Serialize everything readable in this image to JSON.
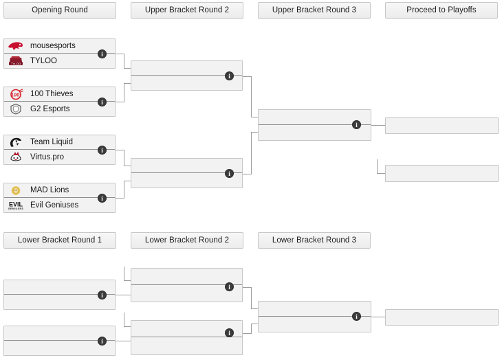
{
  "bracket": {
    "headers": [
      {
        "id": "opening-round",
        "label": "Opening Round"
      },
      {
        "id": "upper-bracket-round-2",
        "label": "Upper Bracket Round 2"
      },
      {
        "id": "upper-bracket-round-3",
        "label": "Upper Bracket Round 3"
      },
      {
        "id": "proceed-to-playoffs",
        "label": "Proceed to Playoffs"
      },
      {
        "id": "lower-bracket-round-1",
        "label": "Lower Bracket Round 1"
      },
      {
        "id": "lower-bracket-round-2",
        "label": "Lower Bracket Round 2"
      },
      {
        "id": "lower-bracket-round-3",
        "label": "Lower Bracket Round 3"
      }
    ],
    "info_icon": "info-icon",
    "info_glyph": "i",
    "colors": {
      "box_fill": "#f2f2f2",
      "box_border": "#c6c6c6",
      "header_fill": "#ececec",
      "line": "#9d9d9d",
      "badge": "#3c3c3c",
      "text": "#161616"
    },
    "opening_round": [
      {
        "id": "ub-r1-match-1",
        "teams": [
          {
            "name": "mousesports",
            "logo": "mousesports-logo",
            "score": ""
          },
          {
            "name": "TYLOO",
            "logo": "tyloo-logo",
            "score": ""
          }
        ]
      },
      {
        "id": "ub-r1-match-2",
        "teams": [
          {
            "name": "100 Thieves",
            "logo": "100-thieves-logo",
            "score": ""
          },
          {
            "name": "G2 Esports",
            "logo": "g2-esports-logo",
            "score": ""
          }
        ]
      },
      {
        "id": "ub-r1-match-3",
        "teams": [
          {
            "name": "Team Liquid",
            "logo": "team-liquid-logo",
            "score": ""
          },
          {
            "name": "Virtus.pro",
            "logo": "virtus-pro-logo",
            "score": ""
          }
        ]
      },
      {
        "id": "ub-r1-match-4",
        "teams": [
          {
            "name": "MAD Lions",
            "logo": "mad-lions-logo",
            "score": ""
          },
          {
            "name": "Evil Geniuses",
            "logo": "evil-geniuses-logo",
            "score": ""
          }
        ]
      }
    ],
    "upper_bracket_round_2": [
      {
        "id": "ub-r2-match-1",
        "teams": [
          {
            "name": "",
            "score": ""
          },
          {
            "name": "",
            "score": ""
          }
        ]
      },
      {
        "id": "ub-r2-match-2",
        "teams": [
          {
            "name": "",
            "score": ""
          },
          {
            "name": "",
            "score": ""
          }
        ]
      }
    ],
    "upper_bracket_round_3": [
      {
        "id": "ub-r3-match-1",
        "teams": [
          {
            "name": "",
            "score": ""
          },
          {
            "name": "",
            "score": ""
          }
        ]
      }
    ],
    "playoff_slots": [
      {
        "id": "playoff-slot-1",
        "name": ""
      },
      {
        "id": "playoff-slot-2",
        "name": ""
      }
    ],
    "lower_bracket_round_1": [
      {
        "id": "lb-r1-match-1",
        "teams": [
          {
            "name": "",
            "score": ""
          },
          {
            "name": "",
            "score": ""
          }
        ]
      },
      {
        "id": "lb-r1-match-2",
        "teams": [
          {
            "name": "",
            "score": ""
          },
          {
            "name": "",
            "score": ""
          }
        ]
      }
    ],
    "lower_bracket_round_2": [
      {
        "id": "lb-r2-match-1",
        "teams": [
          {
            "name": "",
            "score": ""
          },
          {
            "name": "",
            "score": ""
          }
        ]
      },
      {
        "id": "lb-r2-match-2",
        "teams": [
          {
            "name": "",
            "score": ""
          },
          {
            "name": "",
            "score": ""
          }
        ]
      }
    ],
    "lower_bracket_round_3": [
      {
        "id": "lb-r3-match-1",
        "teams": [
          {
            "name": "",
            "score": ""
          },
          {
            "name": "",
            "score": ""
          }
        ]
      }
    ],
    "lower_bracket_qualified": [
      {
        "id": "lb-qualified-slot-1",
        "name": ""
      }
    ]
  }
}
